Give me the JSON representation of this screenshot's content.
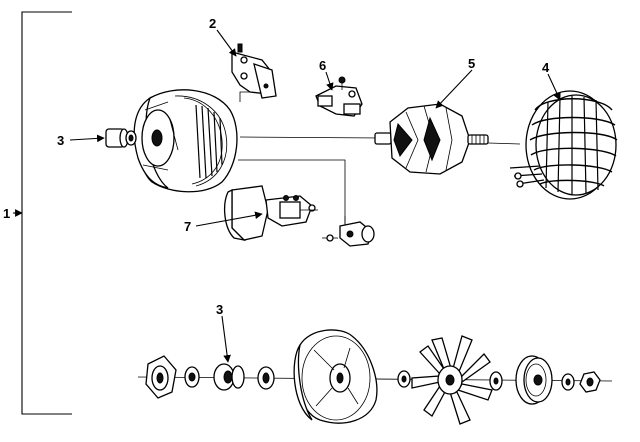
{
  "callouts": {
    "c1": "1",
    "c2": "2",
    "c3_top": "3",
    "c3_bottom": "3",
    "c4": "4",
    "c5": "5",
    "c6": "6",
    "c7": "7"
  }
}
